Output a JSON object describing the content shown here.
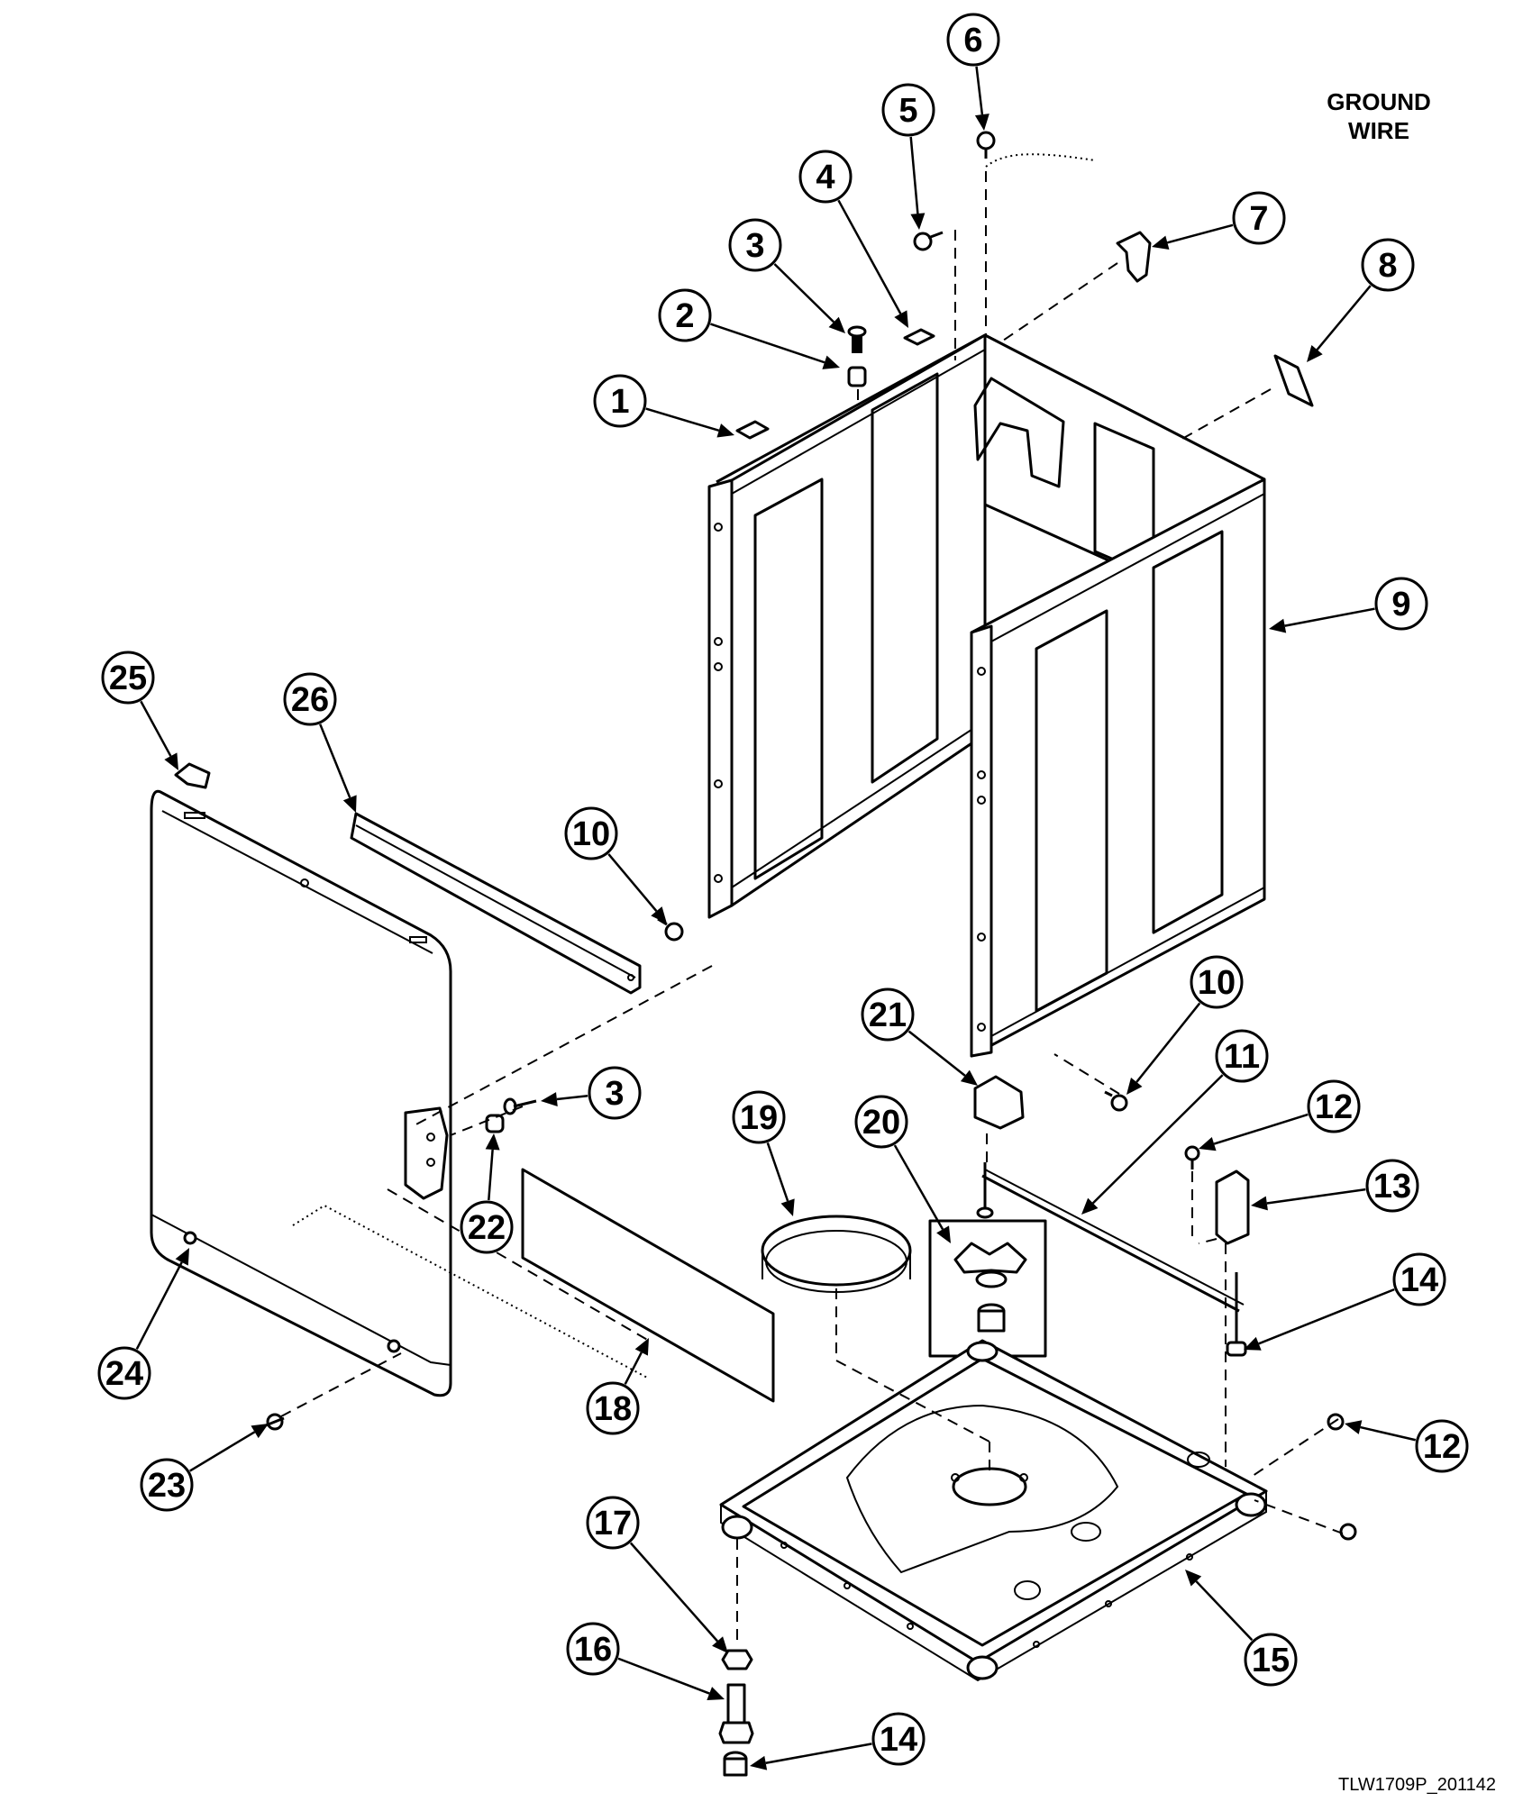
{
  "callouts": [
    {
      "id": "c1",
      "text": "1"
    },
    {
      "id": "c2",
      "text": "2"
    },
    {
      "id": "c3a",
      "text": "3"
    },
    {
      "id": "c4",
      "text": "4"
    },
    {
      "id": "c5",
      "text": "5"
    },
    {
      "id": "c6",
      "text": "6"
    },
    {
      "id": "c7",
      "text": "7"
    },
    {
      "id": "c8",
      "text": "8"
    },
    {
      "id": "c9",
      "text": "9"
    },
    {
      "id": "c10a",
      "text": "10"
    },
    {
      "id": "c10b",
      "text": "10"
    },
    {
      "id": "c11",
      "text": "11"
    },
    {
      "id": "c12a",
      "text": "12"
    },
    {
      "id": "c12b",
      "text": "12"
    },
    {
      "id": "c13",
      "text": "13"
    },
    {
      "id": "c14a",
      "text": "14"
    },
    {
      "id": "c14b",
      "text": "14"
    },
    {
      "id": "c15",
      "text": "15"
    },
    {
      "id": "c16",
      "text": "16"
    },
    {
      "id": "c17",
      "text": "17"
    },
    {
      "id": "c18",
      "text": "18"
    },
    {
      "id": "c19",
      "text": "19"
    },
    {
      "id": "c20",
      "text": "20"
    },
    {
      "id": "c21",
      "text": "21"
    },
    {
      "id": "c22",
      "text": "22"
    },
    {
      "id": "c23",
      "text": "23"
    },
    {
      "id": "c24",
      "text": "24"
    },
    {
      "id": "c25",
      "text": "25"
    },
    {
      "id": "c26",
      "text": "26"
    },
    {
      "id": "c3b",
      "text": "3"
    }
  ],
  "ground_wire_label": {
    "line1": "GROUND",
    "line2": "WIRE"
  },
  "drawing_code": "TLW1709P_201142"
}
